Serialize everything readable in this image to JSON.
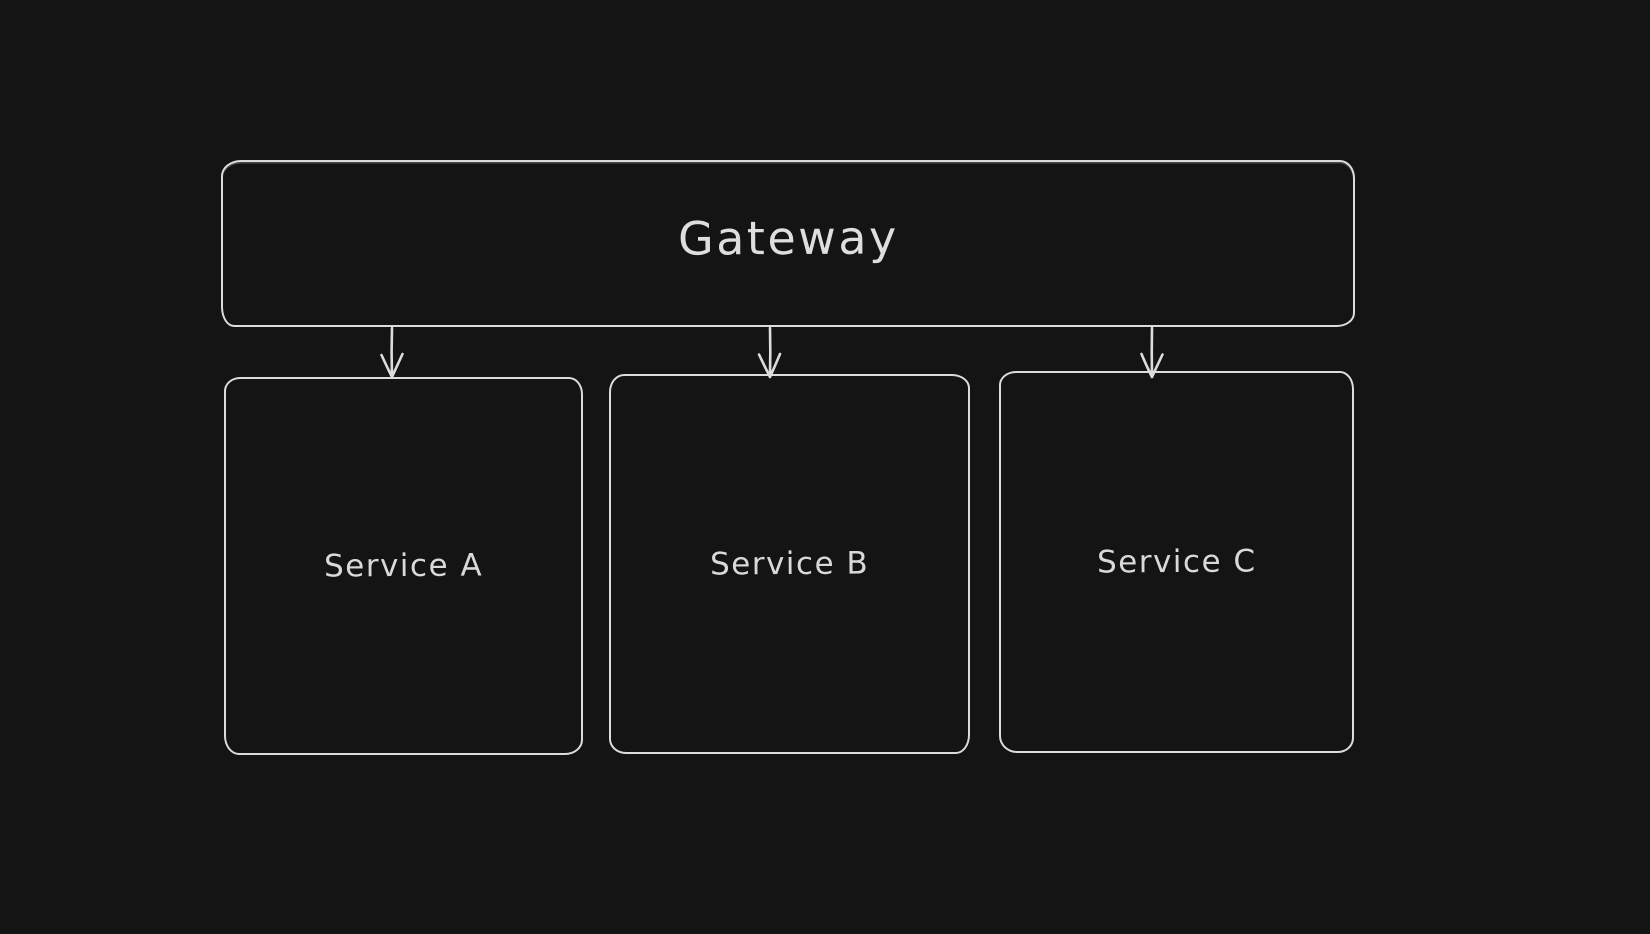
{
  "canvas": {
    "background_color": "#141414",
    "stroke_color": "#dcdcdc",
    "text_color": "#d9d9d9",
    "style": "hand-drawn-whiteboard"
  },
  "diagram": {
    "type": "architecture-flowchart",
    "nodes": [
      {
        "id": "gateway",
        "label": "Gateway",
        "shape": "rounded-rectangle",
        "row": "top"
      },
      {
        "id": "service-a",
        "label": "Service A",
        "shape": "rounded-rectangle",
        "row": "bottom"
      },
      {
        "id": "service-b",
        "label": "Service B",
        "shape": "rounded-rectangle",
        "row": "bottom"
      },
      {
        "id": "service-c",
        "label": "Service C",
        "shape": "rounded-rectangle",
        "row": "bottom"
      }
    ],
    "edges": [
      {
        "from": "gateway",
        "to": "service-a",
        "style": "straight-arrow-down"
      },
      {
        "from": "gateway",
        "to": "service-b",
        "style": "straight-arrow-down"
      },
      {
        "from": "gateway",
        "to": "service-c",
        "style": "straight-arrow-down"
      }
    ]
  }
}
